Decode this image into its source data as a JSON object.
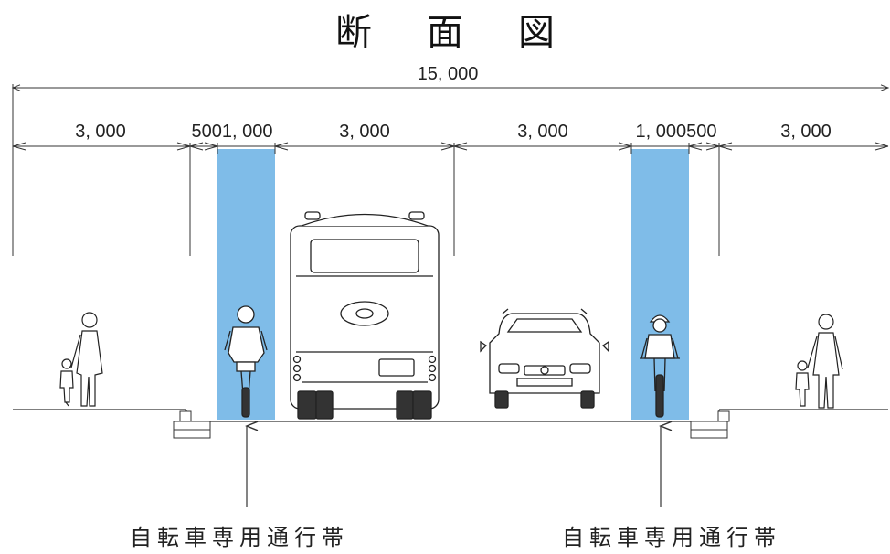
{
  "title_chars": [
    "断",
    "面",
    "図"
  ],
  "dimensions": {
    "total": "15, 000",
    "segments": [
      "3, 000",
      "5001, 000",
      "3, 000",
      "3, 000",
      "1, 000500",
      "3, 000"
    ]
  },
  "bike_lane_labels": {
    "left": "自転車専用通行帯",
    "right": "自転車専用通行帯"
  },
  "colors": {
    "bike_lane": "#7fbce8",
    "line": "#333333"
  }
}
